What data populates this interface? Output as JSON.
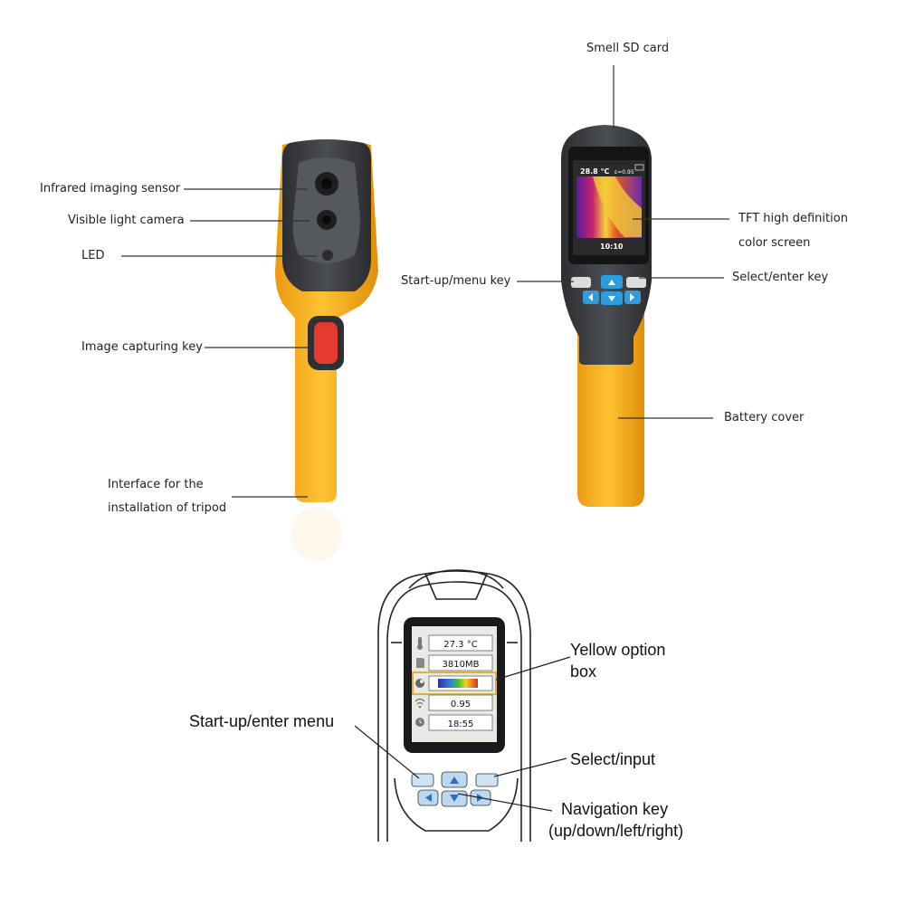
{
  "labels": {
    "infrared_sensor": "Infrared imaging sensor",
    "visible_camera": "Visible light camera",
    "led": "LED",
    "capture_key": "Image capturing key",
    "tripod_line1": "Interface for the",
    "tripod_line2": "installation of tripod",
    "sd_card": "Smell SD card",
    "tft_line1": "TFT high definition",
    "tft_line2": "color screen",
    "startup_menu_key": "Start-up/menu key",
    "select_enter_key": "Select/enter key",
    "battery_cover": "Battery cover",
    "start_enter_menu": "Start-up/enter menu",
    "yellow_line1": "Yellow option",
    "yellow_line2": "box",
    "select_input": "Select/input",
    "nav_line1": "Navigation key",
    "nav_line2": "(up/down/left/right)"
  },
  "device_screen": {
    "temperature": "28.8 °C",
    "emissivity": "ε=0.95",
    "time": "10:10"
  },
  "menu_screen": {
    "rows": [
      "27.3 °C",
      "3810MB",
      "",
      "0.95",
      "18:55"
    ]
  },
  "colors": {
    "body_yellow": "#f6ad1c",
    "body_dark": "#3b3d40",
    "capture_red": "#e53a2e",
    "key_blue": "#2d9de0",
    "option_box": "#e3b231"
  },
  "icons": [
    "thermometer-icon",
    "sd-card-icon",
    "palette-icon",
    "wifi-icon",
    "clock-icon"
  ]
}
